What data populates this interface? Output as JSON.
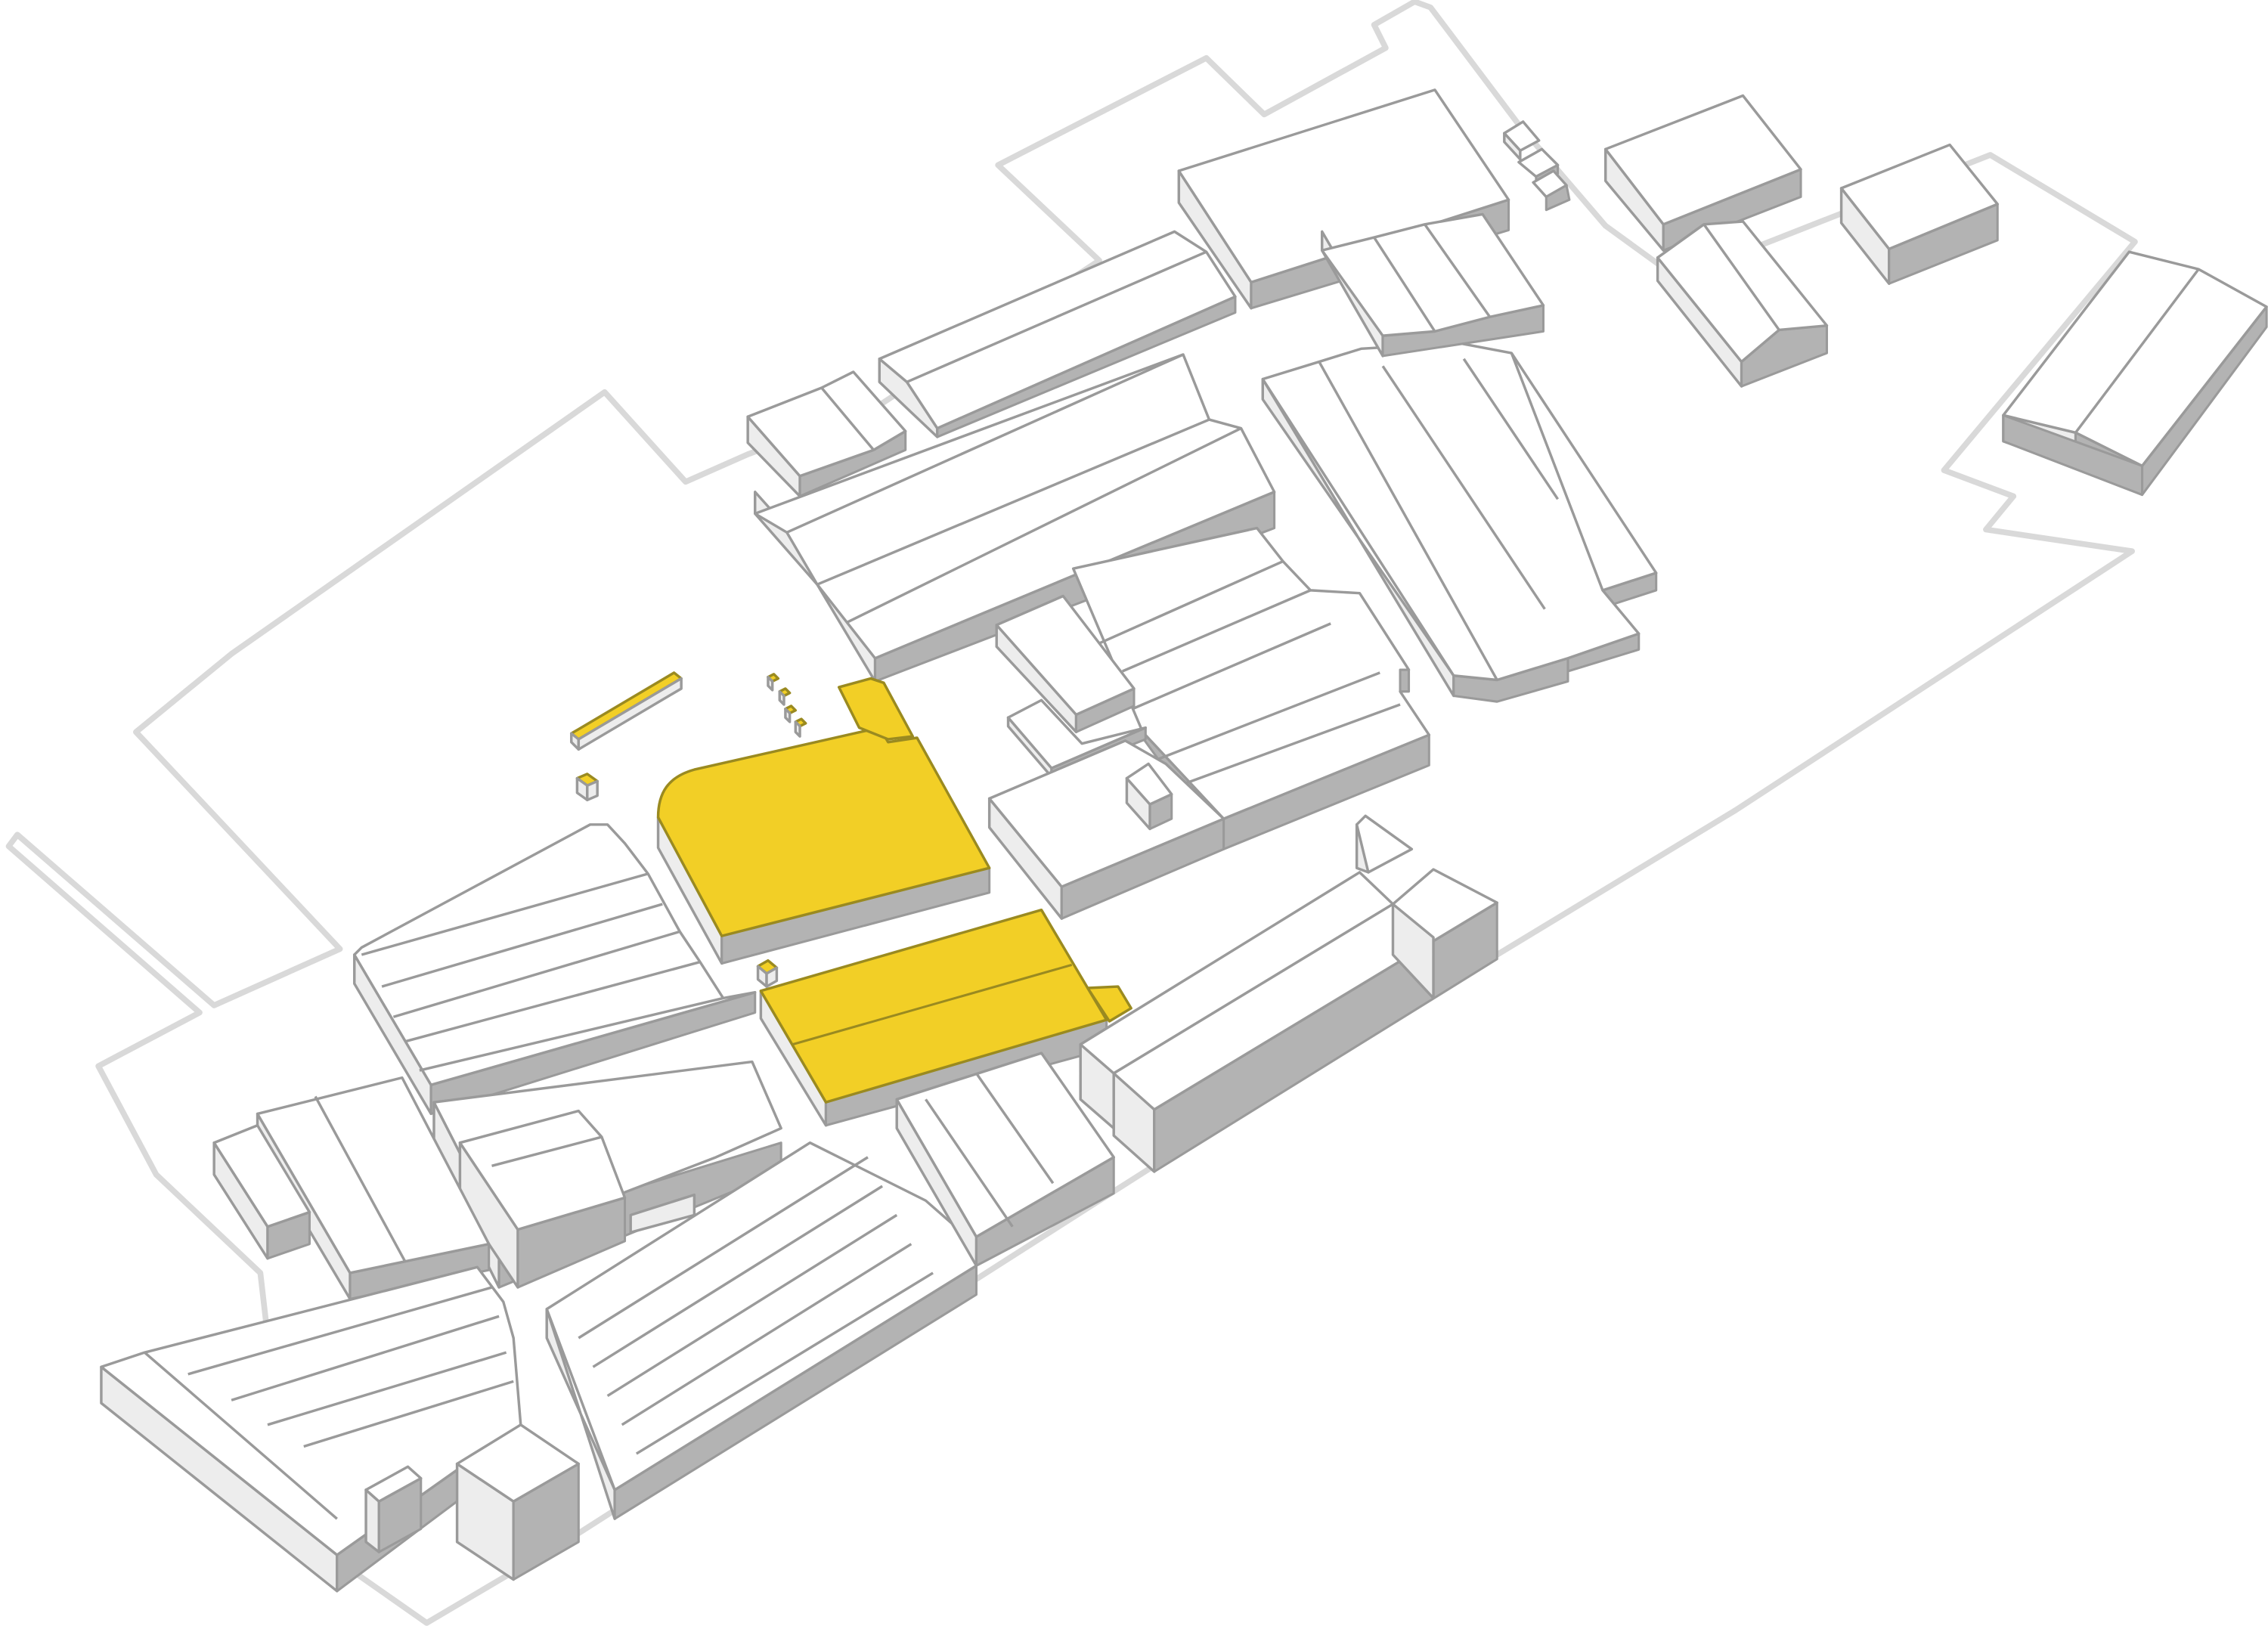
{
  "diagram": {
    "type": "axonometric site plan",
    "colors": {
      "background": "#ffffff",
      "highlight": "#f2cf26",
      "roof": "#ffffff",
      "wall_light": "#ededed",
      "wall_dark": "#b3b3b3",
      "outline": "#9a9a9a",
      "site_boundary": "#d9d9d9"
    },
    "highlighted_buildings": 2,
    "highlighted_small_elements": 7
  }
}
